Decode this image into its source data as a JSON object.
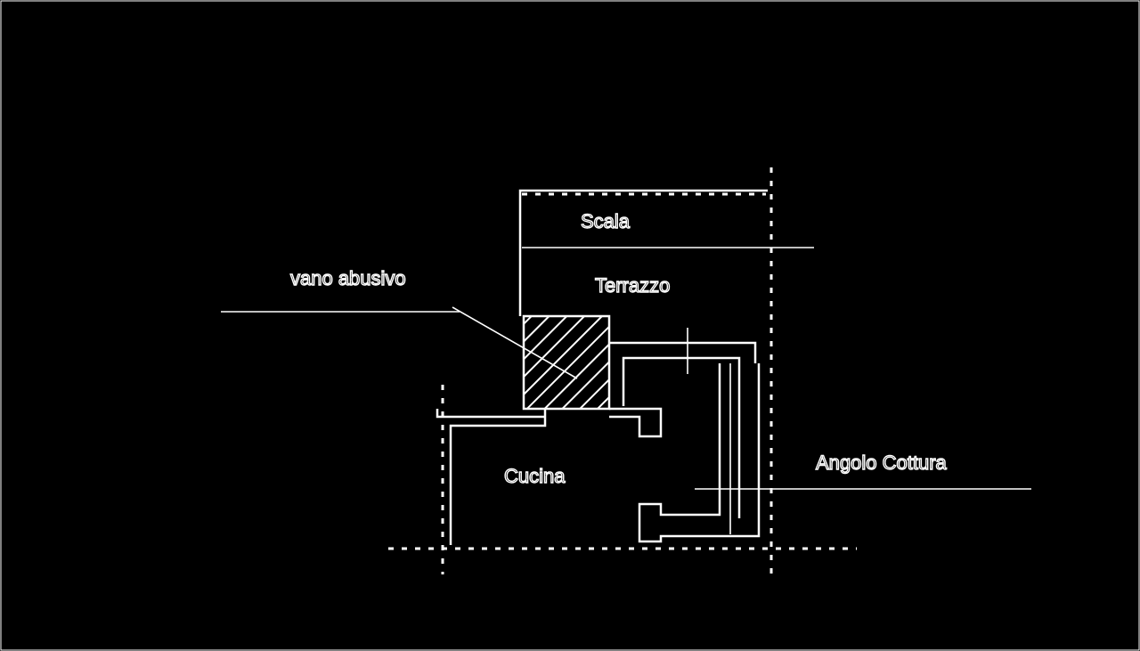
{
  "drawing": {
    "background_color": "#000000",
    "line_color": "#ffffff",
    "labels": {
      "scala": "Scala",
      "terrazzo": "Terrazzo",
      "vano_abusivo": "vano abusivo",
      "cucina": "Cucina",
      "angolo_cottura": "Angolo Cottura"
    }
  }
}
